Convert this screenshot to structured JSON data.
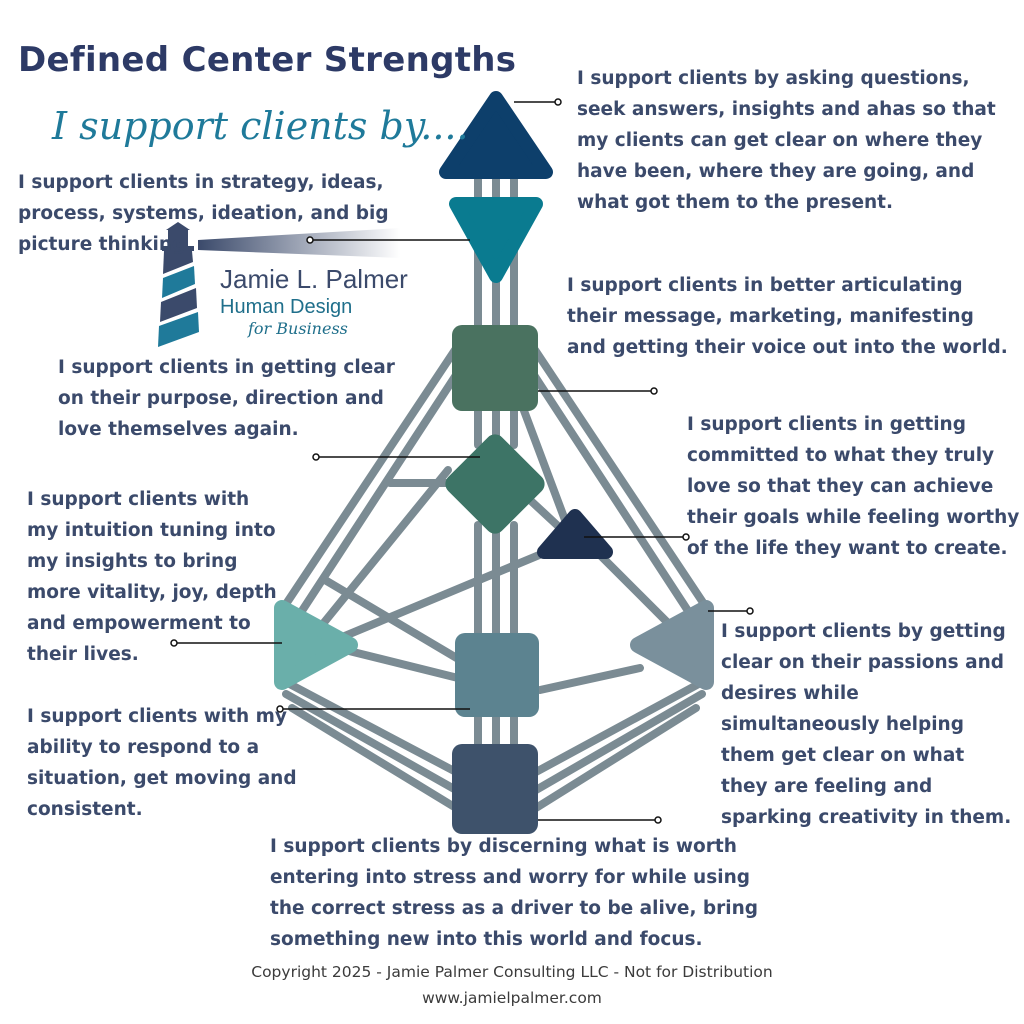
{
  "header": {
    "title": "Defined Center Strengths",
    "subtitle": "I support clients by...."
  },
  "logo": {
    "name": "Jamie L. Palmer",
    "tagline_1": "Human Design",
    "tagline_2": "for Business",
    "icon": "lighthouse-icon"
  },
  "notes": {
    "head": "I support clients by asking questions, seek answers, insights and ahas so that my clients can get clear on where they have been, where they are going, and what got them to the present.",
    "ajna": "I support clients in strategy, ideas, process, systems, ideation, and big picture thinking.",
    "throat": "I support clients in better articulating their message, marketing, manifesting and getting their voice out into the world.",
    "g_center": "I support clients in getting clear on their purpose, direction and love themselves again.",
    "heart": "I support clients in getting committed to what they truly love so that they can achieve their goals while feeling worthy of the life they want to create.",
    "spleen": "I support clients with my intuition tuning into my insights to bring more vitality, joy, depth and empowerment to their lives.",
    "solar_plexus": "I support clients by getting clear on their passions and desires while simultaneously helping them get clear on what they are feeling and sparking creativity in them.",
    "sacral": "I support clients with my ability to respond to a situation, get moving and consistent.",
    "root": "I support clients by discerning what is worth entering into stress and worry for while using the correct stress as a driver to be alive, bring something new into this world and focus."
  },
  "footer": {
    "copyright": "Copyright 2025 - Jamie Palmer Consulting LLC - Not for Distribution",
    "website": "www.jamielpalmer.com"
  },
  "colors": {
    "head": "#0d3f6b",
    "ajna": "#0a7b90",
    "throat": "#4a7260",
    "g_center": "#3d7466",
    "heart": "#1f3150",
    "spleen": "#6aafaa",
    "solar_plexus": "#7a909c",
    "sacral": "#5c8390",
    "root": "#3e526b",
    "channel": "#7b8b93",
    "text": "#3b4a6b",
    "title": "#2d3a66",
    "script": "#1f7a9a"
  }
}
